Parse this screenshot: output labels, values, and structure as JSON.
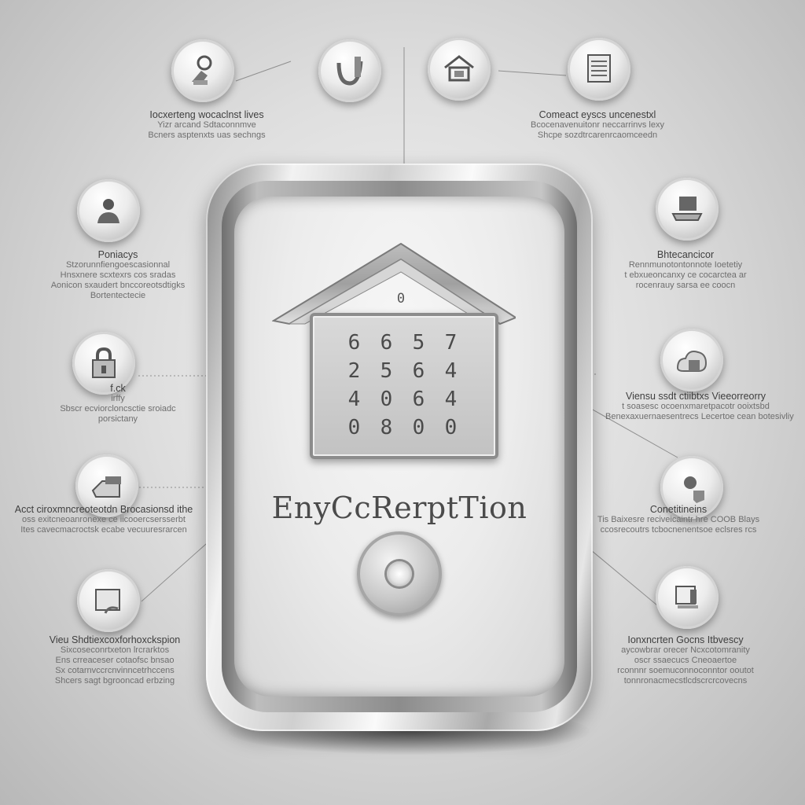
{
  "title": "EnyCcRerptTion",
  "house": {
    "chimney_digit": "0",
    "keypad_rows": [
      [
        "6",
        "6",
        "5",
        "7"
      ],
      [
        "2",
        "5",
        "6",
        "4"
      ],
      [
        "4",
        "0",
        "6",
        "4"
      ],
      [
        "0",
        "8",
        "0",
        "0"
      ]
    ]
  },
  "features": {
    "left": [
      {
        "icon": "key-lock-icon",
        "title": "Iocxerteng wocaclnst lives",
        "lines": [
          "Yizr arcand Sdtaconnmve",
          "Bcners asptenxts uas sechngs"
        ]
      },
      {
        "icon": "user-icon",
        "title": "Poniacys",
        "lines": [
          "Stzorunnfiengoescasionnal",
          "Hnsxnere scxtexrs cos sradas",
          "Aonicon sxaudert bnccoreotsdtigks",
          "Bortentectecie"
        ]
      },
      {
        "icon": "padlock-icon",
        "title": "f.ck",
        "lines": [
          "irffy",
          "Sbscr ecviorcloncsctie sroiadc",
          "porsictany"
        ]
      },
      {
        "icon": "card-reader-icon",
        "title": "Acct ciroxmncreoteotdn Brocasionsd ithe",
        "lines": [
          "oss exitcneoanronexe ce iicooercsersserbt",
          "Ites cavecmacroctsk ecabe vecuuresrarcen"
        ]
      },
      {
        "icon": "document-icon",
        "title": "Vieu Shdtiexcoxforhoxckspion",
        "lines": [
          "Sixcoseconrtxeton lrcrarktos",
          "Ens crreaceser cotaofsc bnsao",
          "Sx cotarnvccrcnvinncetrhccens",
          "Shcers sagt bgrooncad erbzing"
        ]
      }
    ],
    "top": [
      {
        "icon": "checkmark-icon"
      },
      {
        "icon": "home-network-icon"
      }
    ],
    "right": [
      {
        "icon": "server-panel-icon",
        "title": "Comeact eyscs uncenestxl",
        "lines": [
          "Bcocenavenuitonr neccarrinvs lexy",
          "Shcpe sozdtrcarenrcaomceedn"
        ]
      },
      {
        "icon": "laptop-icon",
        "title": "Bhtecancicor",
        "lines": [
          "Rennmunotontonnote Ioetetiy",
          "t ebxueoncanxy ce cocarctea ar",
          "rocenrauy sarsa ee coocn"
        ]
      },
      {
        "icon": "cloud-shield-icon",
        "title": "Viensu ssdt ctiibtxs Vieeorreorry",
        "lines": [
          "t soasesc ocoenxmaretpacotr ooixtsbd",
          "Benexaxuernaesentrecs Lecertoe cean botesivliy"
        ]
      },
      {
        "icon": "user-shield-icon",
        "title": "Conetitineins",
        "lines": [
          "Tis Baixesre reciveicaintr hre COOB Blays",
          "ccosrecoutrs tcbocnenentsoe eclsres rcs"
        ]
      },
      {
        "icon": "monitor-icon",
        "title": "Ionxncrten Gocns Itbvescy",
        "lines": [
          "aycowbrar orecer Ncxcotomranity",
          "oscr ssaecucs Cneoaertoe",
          "rconnnr soemuconnoconntor ooutot",
          "tonnronacmecstlcdscrcrcovecns"
        ]
      }
    ]
  }
}
